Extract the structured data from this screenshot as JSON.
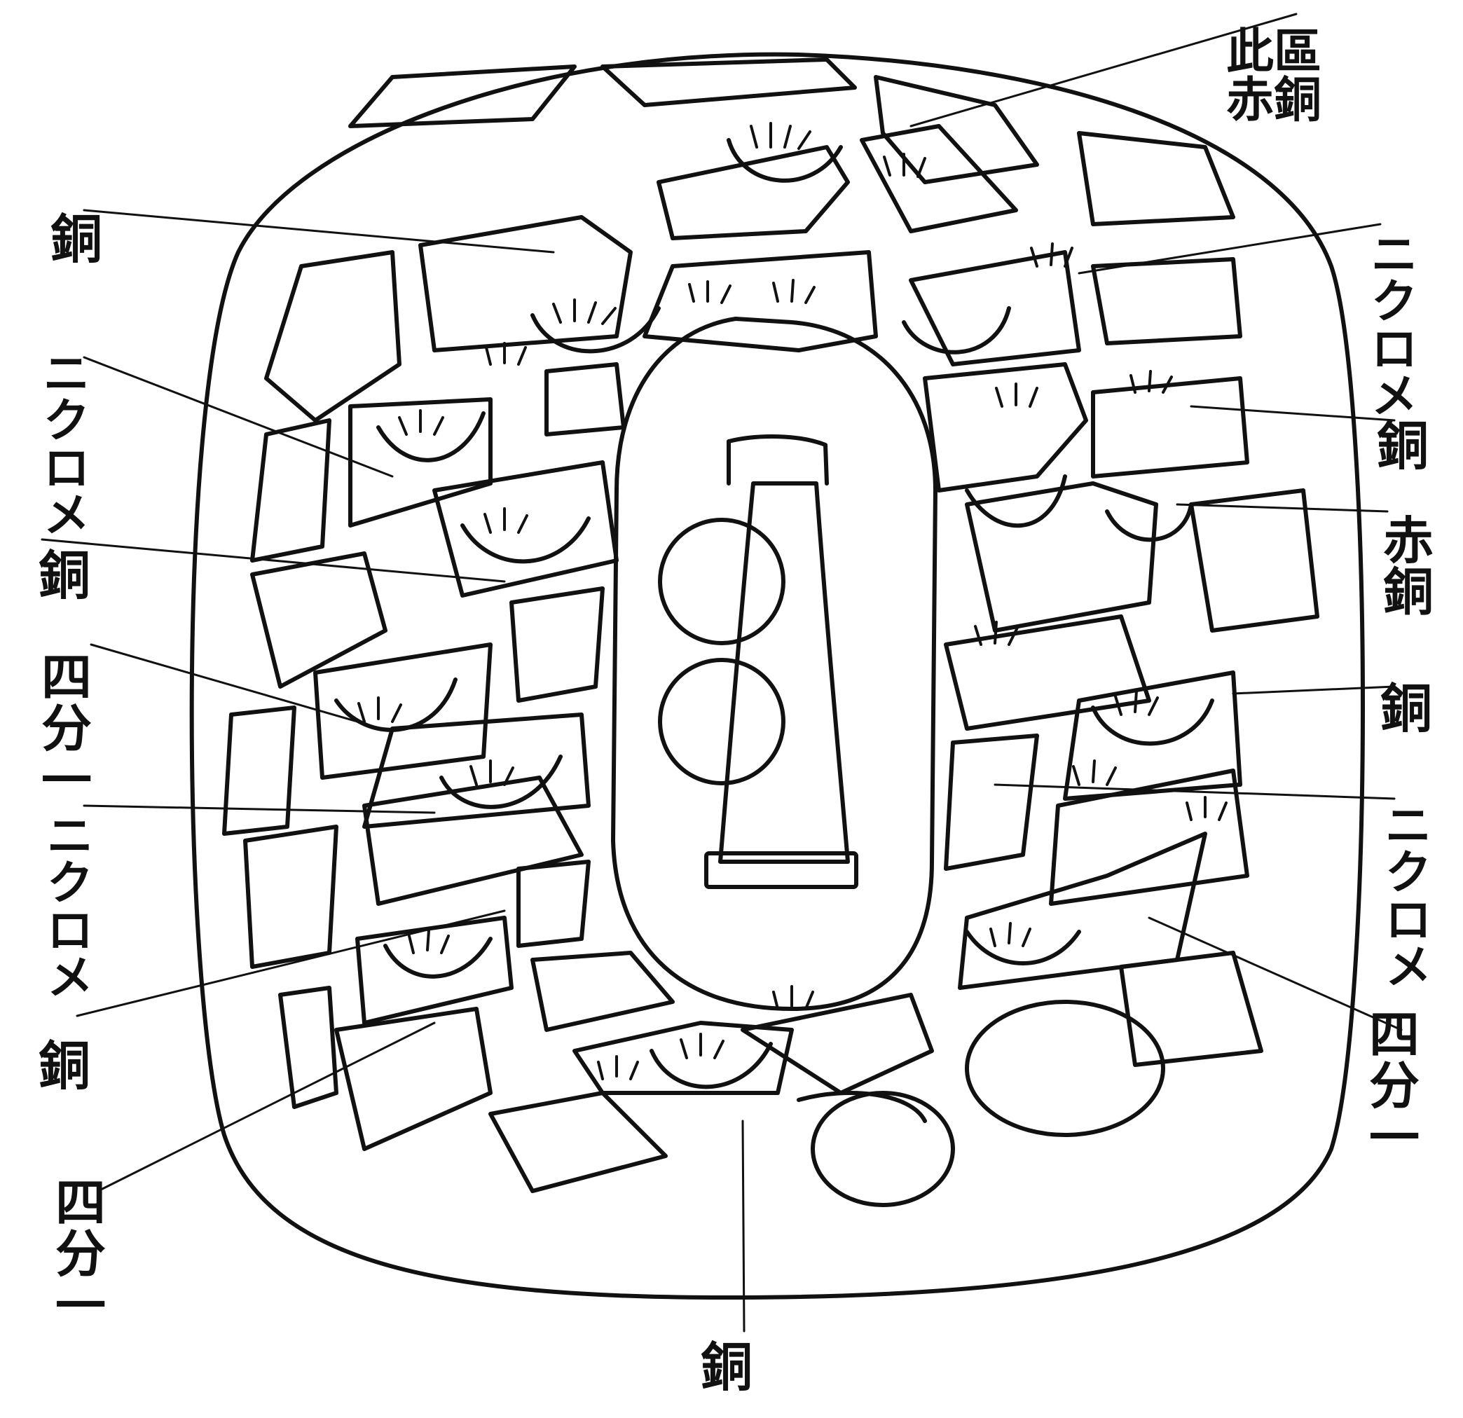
{
  "labels": {
    "top_right_note": "此區赤銅",
    "copper_left_1": "銅",
    "nikurome_left_1": "ニクロメ",
    "copper_left_2": "銅",
    "shibuichi_left_1": "四分一",
    "nikurome_left_2": "ニクロメ",
    "copper_left_3": "銅",
    "shibuichi_left_2": "四分一",
    "copper_bottom": "銅",
    "nikurome_right_1": "ニクロメ",
    "copper_right_1": "銅",
    "shakudo_right": "赤銅",
    "copper_right_2": "銅",
    "nikurome_right_2": "ニクロメ",
    "shibuichi_right": "四分一"
  },
  "colors": {
    "ink": "#111111",
    "paper": "#ffffff"
  }
}
